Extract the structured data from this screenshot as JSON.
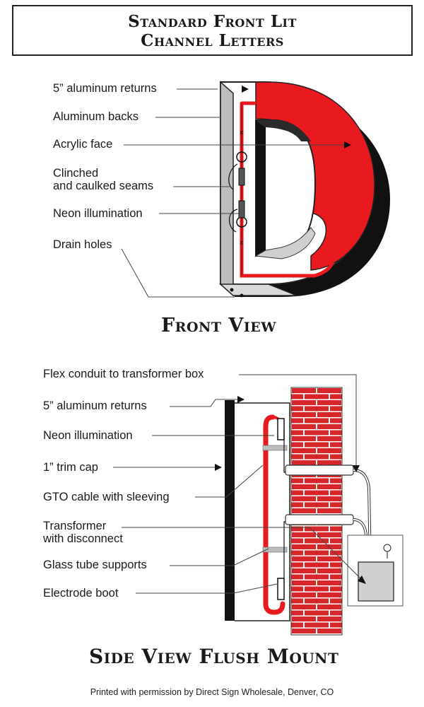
{
  "title": {
    "line1": "Standard Front Lit",
    "line2": "Channel Letters"
  },
  "front_view": {
    "title": "Front View",
    "labels": [
      {
        "id": "returns",
        "text": "5” aluminum returns"
      },
      {
        "id": "backs",
        "text": "Aluminum backs"
      },
      {
        "id": "face",
        "text": "Acrylic face"
      },
      {
        "id": "seams1",
        "text": "Clinched"
      },
      {
        "id": "seams2",
        "text": "and caulked seams"
      },
      {
        "id": "neon",
        "text": "Neon illumination"
      },
      {
        "id": "drain",
        "text": "Drain holes"
      }
    ]
  },
  "side_view": {
    "title": "Side View Flush Mount",
    "labels": [
      {
        "id": "flex",
        "text": "Flex conduit to transformer box"
      },
      {
        "id": "returns",
        "text": "5” aluminum returns"
      },
      {
        "id": "neon",
        "text": "Neon illumination"
      },
      {
        "id": "trim",
        "text": "1” trim cap"
      },
      {
        "id": "gto",
        "text": "GTO cable with sleeving"
      },
      {
        "id": "trans1",
        "text": "Transformer"
      },
      {
        "id": "trans2",
        "text": "with disconnect"
      },
      {
        "id": "supports",
        "text": "Glass tube supports"
      },
      {
        "id": "boot",
        "text": "Electrode boot"
      }
    ]
  },
  "credit": "Printed with permission by Direct Sign Wholesale, Denver, CO",
  "colors": {
    "red": "#e8191f",
    "brick": "#d6262a",
    "dark": "#111111",
    "gray": "#cfcfcf"
  }
}
